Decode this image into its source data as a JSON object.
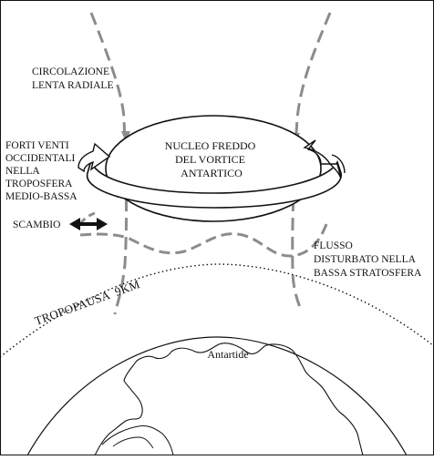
{
  "labels": {
    "circolazione": [
      "CIRCOLAZIONE",
      "LENTA RADIALE"
    ],
    "venti": [
      "FORTI VENTI",
      "OCCIDENTALI",
      "NELLA",
      "TROPOSFERA",
      "MEDIO-BASSA"
    ],
    "scambio": "SCAMBIO",
    "nucleo": [
      "NUCLEO FREDDO",
      "DEL VORTICE",
      "ANTARTICO"
    ],
    "flusso": [
      "FLUSSO",
      "DISTURBATO NELLA",
      "BASSA STRATOSFERA"
    ],
    "tropopausa": "TROPOPAUSA  9KM",
    "antartide": "Antartide"
  },
  "colors": {
    "line": "#111111",
    "dashed": "#8c8c8c",
    "background": "#ffffff"
  }
}
